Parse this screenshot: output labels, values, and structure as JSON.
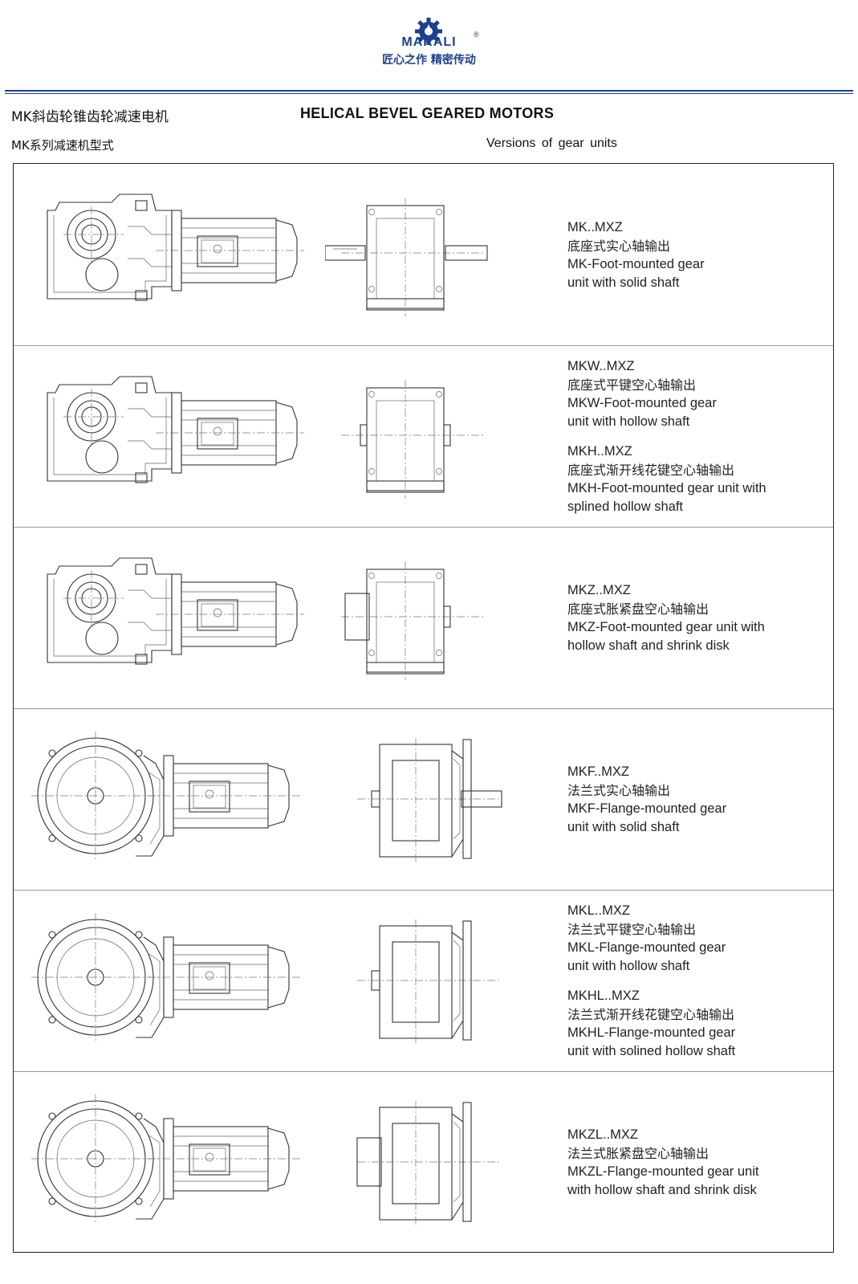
{
  "header": {
    "brand": "MARALI",
    "registered": "®",
    "slogan": "匠心之作 精密传动",
    "title_cn": "MK斜齿轮锥齿轮减速电机",
    "title_en": "HELICAL BEVEL GEARED MOTORS",
    "subtitle_cn": "MK系列减速机型式",
    "subtitle_en": "Versions of gear units",
    "colors": {
      "brand": "#1d3f8f",
      "text": "#111111"
    }
  },
  "rows": [
    {
      "variant": "foot-solid",
      "entries": [
        {
          "code": "MK..MXZ",
          "cn": "底座式实心轴输出",
          "en": "MK-Foot-mounted gear\nunit with solid shaft"
        }
      ]
    },
    {
      "variant": "foot-hollow",
      "entries": [
        {
          "code": "MKW..MXZ",
          "cn": "底座式平键空心轴输出",
          "en": "MKW-Foot-mounted gear\nunit with hollow shaft"
        },
        {
          "code": "MKH..MXZ",
          "cn": "底座式渐开线花键空心轴输出",
          "en": "MKH-Foot-mounted gear unit with\nsplined hollow shaft"
        }
      ]
    },
    {
      "variant": "foot-shrink",
      "entries": [
        {
          "code": "MKZ..MXZ",
          "cn": "底座式胀紧盘空心轴输出",
          "en": "MKZ-Foot-mounted gear unit with\nhollow shaft and shrink disk"
        }
      ]
    },
    {
      "variant": "flange-solid",
      "entries": [
        {
          "code": "MKF..MXZ",
          "cn": "法兰式实心轴输出",
          "en": "MKF-Flange-mounted gear\nunit with solid shaft"
        }
      ]
    },
    {
      "variant": "flange-hollow",
      "entries": [
        {
          "code": "MKL..MXZ",
          "cn": "法兰式平键空心轴输出",
          "en": "MKL-Flange-mounted gear\nunit with hollow shaft"
        },
        {
          "code": "MKHL..MXZ",
          "cn": "法兰式渐开线花键空心轴输出",
          "en": "MKHL-Flange-mounted gear\nunit with solined hollow shaft"
        }
      ]
    },
    {
      "variant": "flange-shrink",
      "entries": [
        {
          "code": "MKZL..MXZ",
          "cn": "法兰式胀紧盘空心轴输出",
          "en": "MKZL-Flange-mounted gear unit\nwith hollow shaft and shrink disk"
        }
      ]
    }
  ]
}
